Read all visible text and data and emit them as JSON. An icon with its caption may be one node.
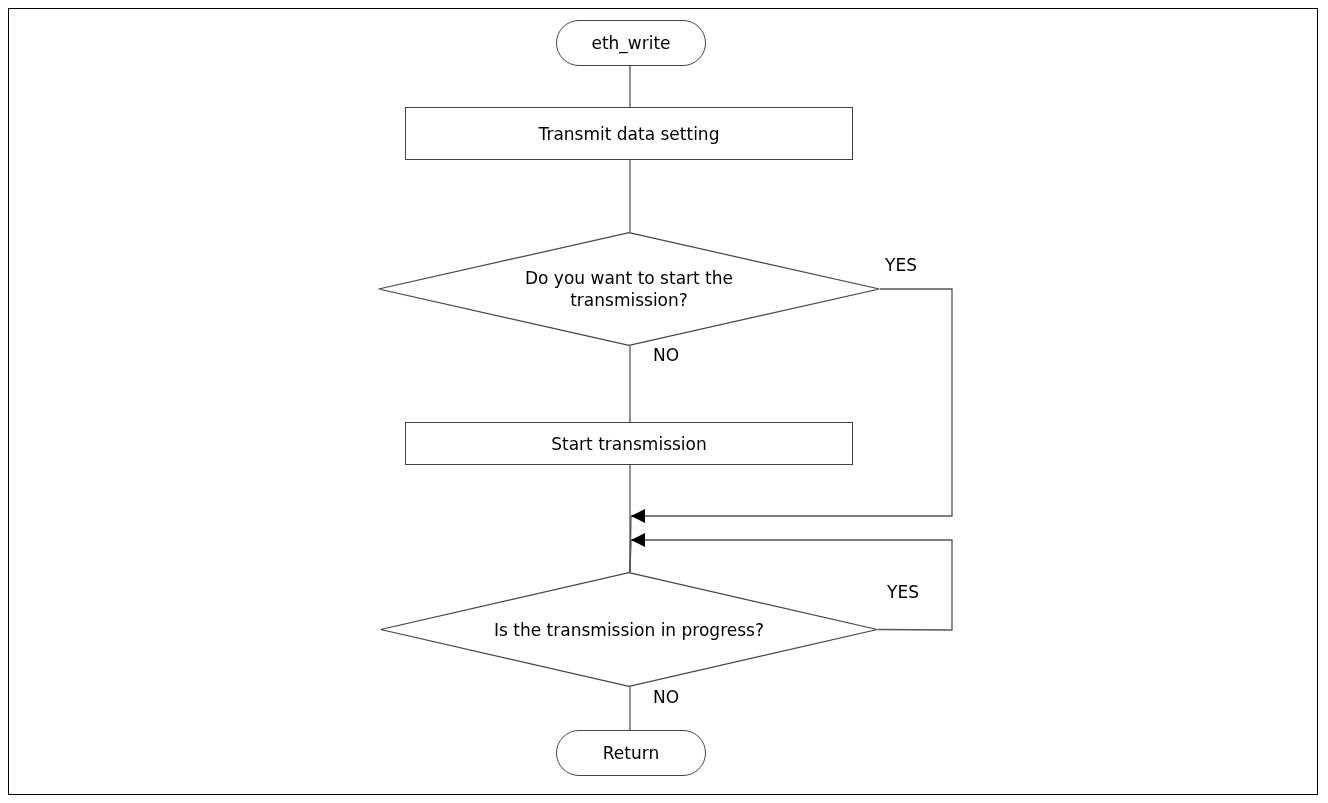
{
  "diagram": {
    "nodes": [
      {
        "text": [
          "eth_write"
        ]
      },
      {
        "text": [
          "Transmit data setting"
        ]
      },
      {
        "text": [
          "Do you want to start the transmission?"
        ]
      },
      {
        "text": [
          "Start transmission"
        ]
      },
      {
        "text": [
          "Is the transmission in progress?"
        ]
      },
      {
        "text": [
          "Return"
        ]
      }
    ],
    "edges": [
      {
        "from": 0,
        "to": 1,
        "arrow": "none"
      },
      {
        "from": 1,
        "to": 2,
        "arrow": "none"
      },
      {
        "from": 2,
        "to": 3,
        "arrow": "none",
        "label": "NO"
      },
      {
        "from": 2,
        "to": 4,
        "arrow": "to",
        "label": "YES"
      },
      {
        "from": 3,
        "to": 4,
        "arrow": "none"
      },
      {
        "from": 4,
        "to": 4,
        "arrow": "to",
        "label": "YES"
      },
      {
        "from": 4,
        "to": 5,
        "arrow": "none",
        "label": "NO"
      }
    ]
  }
}
